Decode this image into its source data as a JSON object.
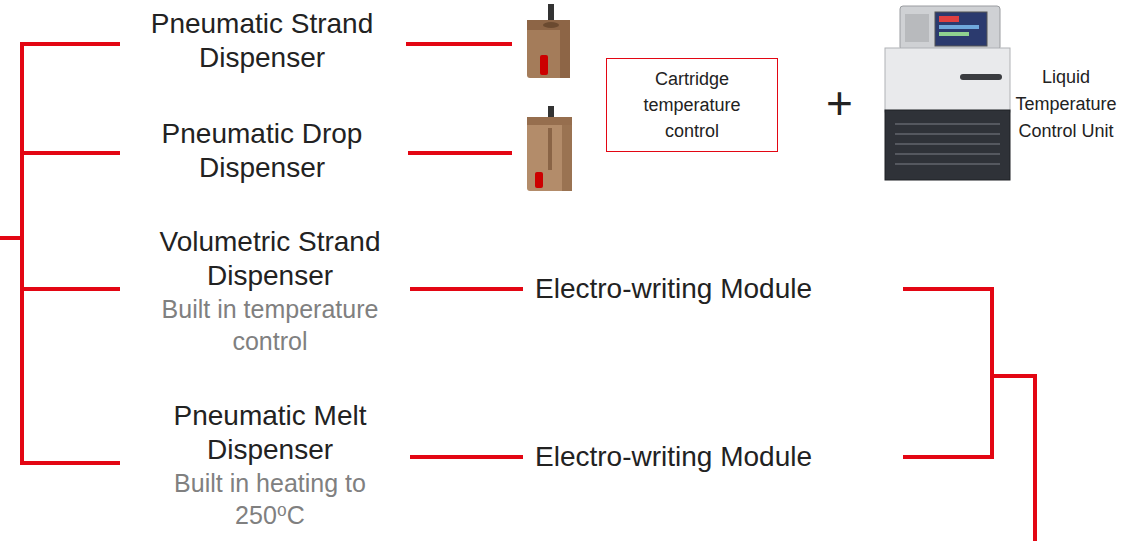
{
  "diagram": {
    "nodes": [
      {
        "text": [
          "Pneumatic Strand Dispenser"
        ]
      },
      {
        "text": [
          "Cartridge temperature control"
        ]
      },
      {
        "text": [
          "Liquid Temperature Control Unit"
        ]
      },
      {
        "text": [
          "Pneumatic Drop Dispenser"
        ]
      },
      {
        "text": [
          "Volumetric Strand Dispenser",
          "Built in temperature control"
        ]
      },
      {
        "text": [
          "Electro-writing Module"
        ]
      },
      {
        "text": [
          "Pneumatic Melt Dispenser",
          "Built in heating to 250⁰C"
        ]
      },
      {
        "text": [
          "Electro-writing Module"
        ]
      }
    ],
    "edges": [
      {
        "from": 4,
        "to": 5,
        "arrow": "none"
      },
      {
        "from": 6,
        "to": 7,
        "arrow": "none"
      }
    ],
    "labels": [
      "+"
    ]
  }
}
